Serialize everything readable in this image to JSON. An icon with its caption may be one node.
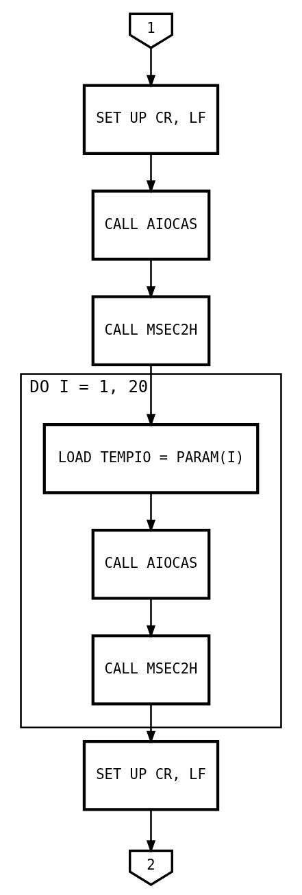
{
  "diagram": {
    "nodes": [
      {
        "text": [
          "1"
        ]
      },
      {
        "text": [
          "SET UP CR, LF"
        ]
      },
      {
        "text": [
          "CALL AIOCAS"
        ]
      },
      {
        "text": [
          "CALL MSEC2H"
        ]
      },
      {
        "text": [
          "DO I = 1, 20"
        ]
      },
      {
        "text": [
          "LOAD TEMPIO = PARAM(I)"
        ],
        "in": 4
      },
      {
        "text": [
          "CALL AIOCAS"
        ],
        "in": 4
      },
      {
        "text": [
          "CALL MSEC2H"
        ],
        "in": 4
      },
      {
        "text": [
          "SET UP CR, LF"
        ]
      },
      {
        "text": [
          "2"
        ]
      }
    ],
    "edges": [
      {
        "from": 0,
        "to": 1,
        "arrow": "to"
      },
      {
        "from": 1,
        "to": 2,
        "arrow": "to"
      },
      {
        "from": 2,
        "to": 3,
        "arrow": "to"
      },
      {
        "from": 3,
        "to": 5,
        "arrow": "to"
      },
      {
        "from": 5,
        "to": 6,
        "arrow": "to"
      },
      {
        "from": 6,
        "to": 7,
        "arrow": "to"
      },
      {
        "from": 7,
        "to": 8,
        "arrow": "to"
      },
      {
        "from": 8,
        "to": 9,
        "arrow": "to"
      }
    ]
  }
}
